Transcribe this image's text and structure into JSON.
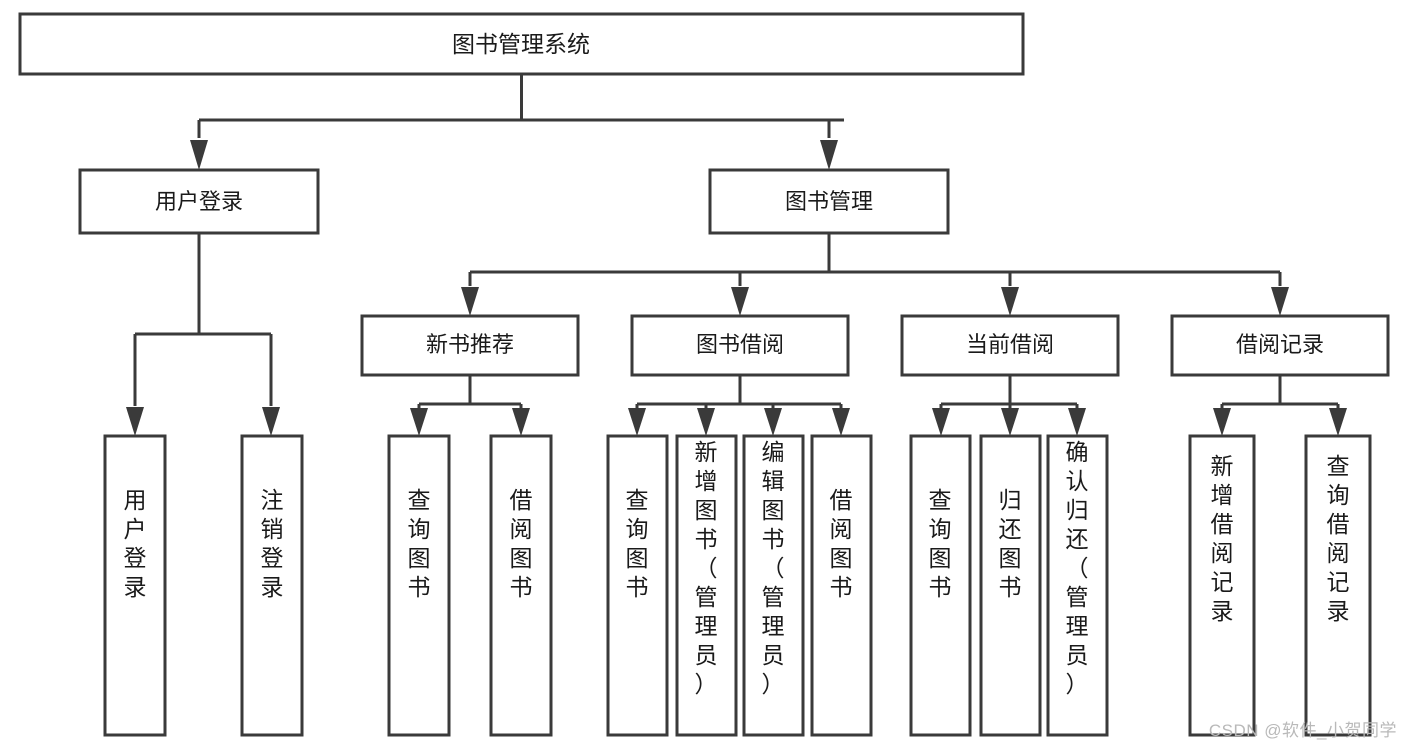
{
  "diagram": {
    "type": "tree",
    "title": "图书管理系统",
    "watermark": "CSDN @软件_小贺同学",
    "colors": {
      "stroke": "#3a3a3a",
      "fill": "#ffffff",
      "text": "#1a1a1a",
      "watermark": "#b9b9b9",
      "background": "#ffffff"
    },
    "levels": {
      "level1": [
        {
          "id": "root",
          "label": "图书管理系统",
          "orientation": "horizontal"
        }
      ],
      "level2": [
        {
          "id": "user-login",
          "label": "用户登录",
          "orientation": "horizontal"
        },
        {
          "id": "book-manage",
          "label": "图书管理",
          "orientation": "horizontal"
        }
      ],
      "level3": [
        {
          "id": "new-book-recommend",
          "label": "新书推荐",
          "orientation": "horizontal"
        },
        {
          "id": "book-borrow",
          "label": "图书借阅",
          "orientation": "horizontal"
        },
        {
          "id": "current-borrow",
          "label": "当前借阅",
          "orientation": "horizontal"
        },
        {
          "id": "borrow-record",
          "label": "借阅记录",
          "orientation": "horizontal"
        }
      ],
      "level4": [
        {
          "id": "leaf-user-login",
          "label": "用户登录",
          "orientation": "vertical",
          "parent": "user-login"
        },
        {
          "id": "leaf-logout-login",
          "label": "注销登录",
          "orientation": "vertical",
          "parent": "user-login"
        },
        {
          "id": "leaf-query-book-1",
          "label": "查询图书",
          "orientation": "vertical",
          "parent": "new-book-recommend"
        },
        {
          "id": "leaf-borrow-book-1",
          "label": "借阅图书",
          "orientation": "vertical",
          "parent": "new-book-recommend"
        },
        {
          "id": "leaf-query-book-2",
          "label": "查询图书",
          "orientation": "vertical",
          "parent": "book-borrow"
        },
        {
          "id": "leaf-add-book",
          "label": "新增图书（管理员）",
          "orientation": "vertical",
          "parent": "book-borrow"
        },
        {
          "id": "leaf-edit-book",
          "label": "编辑图书（管理员）",
          "orientation": "vertical",
          "parent": "book-borrow"
        },
        {
          "id": "leaf-borrow-book-2",
          "label": "借阅图书",
          "orientation": "vertical",
          "parent": "book-borrow"
        },
        {
          "id": "leaf-query-book-3",
          "label": "查询图书",
          "orientation": "vertical",
          "parent": "current-borrow"
        },
        {
          "id": "leaf-return-book",
          "label": "归还图书",
          "orientation": "vertical",
          "parent": "current-borrow"
        },
        {
          "id": "leaf-confirm-return",
          "label": "确认归还（管理员）",
          "orientation": "vertical",
          "parent": "current-borrow"
        },
        {
          "id": "leaf-add-record",
          "label": "新增借阅记录",
          "orientation": "vertical",
          "parent": "borrow-record"
        },
        {
          "id": "leaf-query-record",
          "label": "查询借阅记录",
          "orientation": "vertical",
          "parent": "borrow-record"
        }
      ]
    },
    "edges": [
      {
        "from": "root",
        "to": "user-login"
      },
      {
        "from": "root",
        "to": "book-manage"
      },
      {
        "from": "book-manage",
        "to": "new-book-recommend"
      },
      {
        "from": "book-manage",
        "to": "book-borrow"
      },
      {
        "from": "book-manage",
        "to": "current-borrow"
      },
      {
        "from": "book-manage",
        "to": "borrow-record"
      },
      {
        "from": "user-login",
        "to": "leaf-user-login"
      },
      {
        "from": "user-login",
        "to": "leaf-logout-login"
      },
      {
        "from": "new-book-recommend",
        "to": "leaf-query-book-1"
      },
      {
        "from": "new-book-recommend",
        "to": "leaf-borrow-book-1"
      },
      {
        "from": "book-borrow",
        "to": "leaf-query-book-2"
      },
      {
        "from": "book-borrow",
        "to": "leaf-add-book"
      },
      {
        "from": "book-borrow",
        "to": "leaf-edit-book"
      },
      {
        "from": "book-borrow",
        "to": "leaf-borrow-book-2"
      },
      {
        "from": "current-borrow",
        "to": "leaf-query-book-3"
      },
      {
        "from": "current-borrow",
        "to": "leaf-return-book"
      },
      {
        "from": "current-borrow",
        "to": "leaf-confirm-return"
      },
      {
        "from": "borrow-record",
        "to": "leaf-add-record"
      },
      {
        "from": "borrow-record",
        "to": "leaf-query-record"
      }
    ]
  }
}
